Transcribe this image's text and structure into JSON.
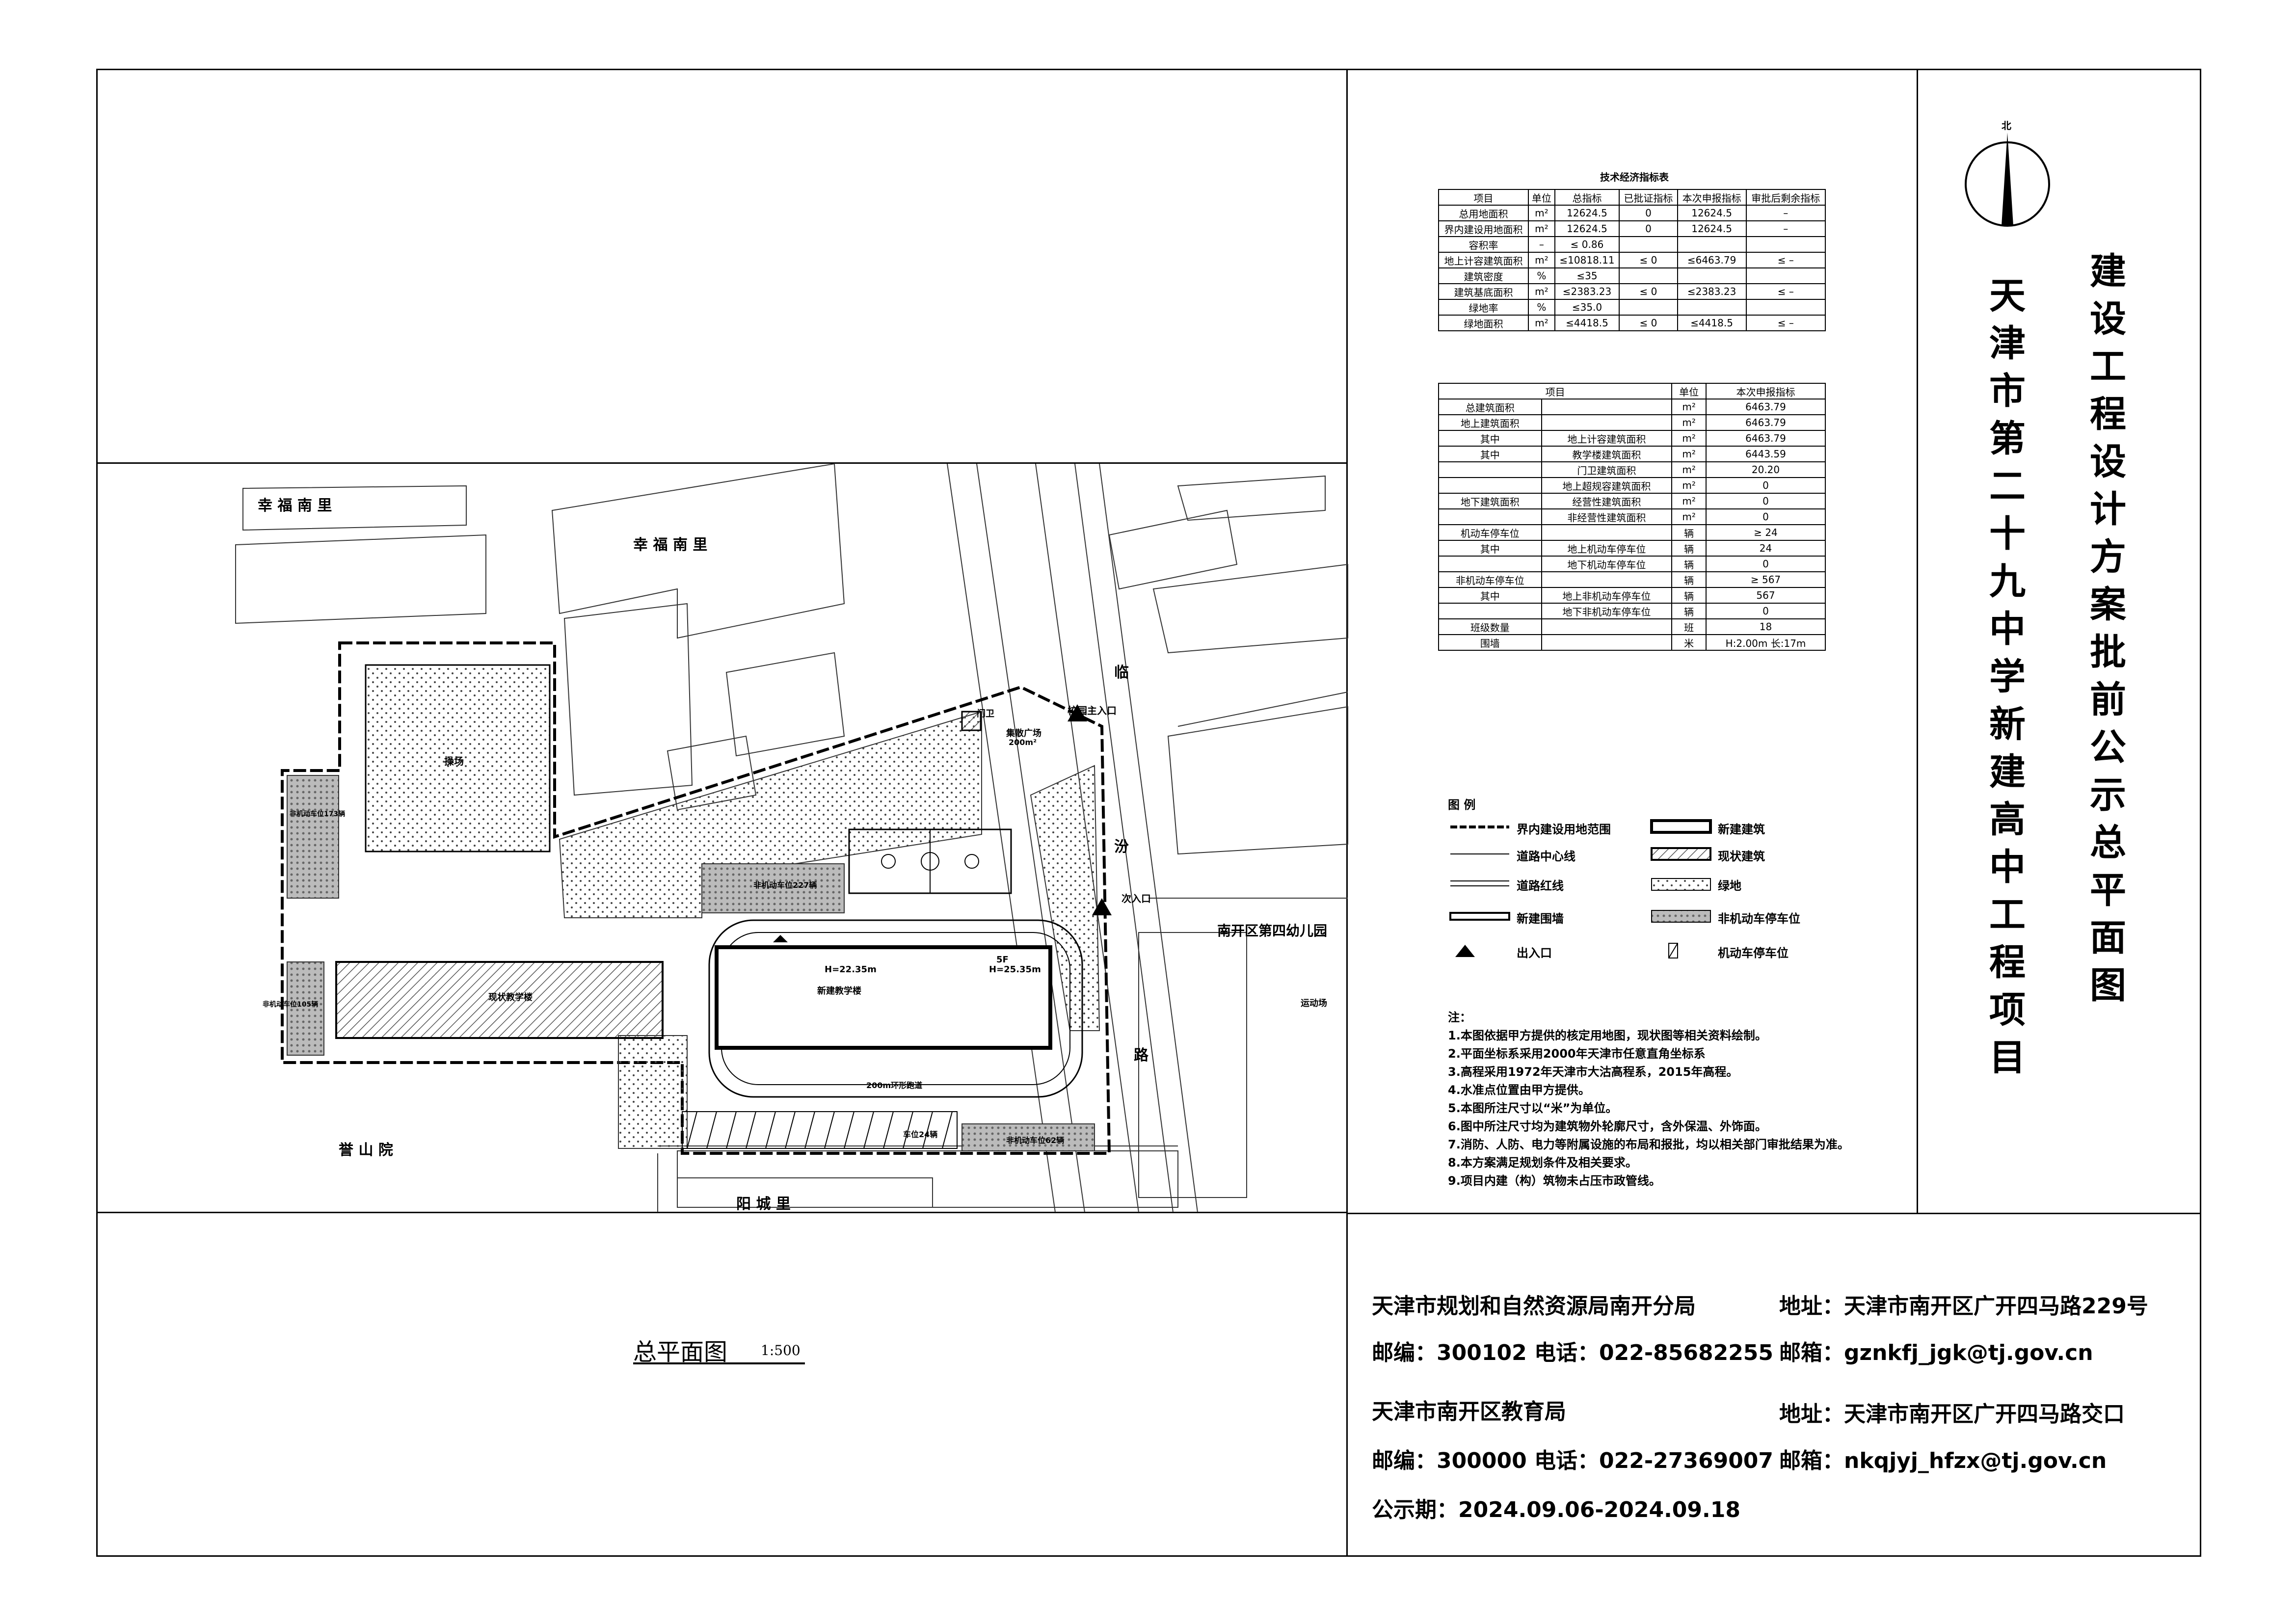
{
  "title": {
    "col1": [
      "天",
      "津",
      "市",
      "第",
      "二",
      "十",
      "九",
      "中",
      "学",
      "新",
      "建",
      "高",
      "中",
      "工",
      "程",
      "项",
      "目"
    ],
    "col2": [
      "建",
      "设",
      "工",
      "程",
      "设",
      "计",
      "方",
      "案",
      "批",
      "前",
      "公",
      "示",
      "总",
      "平",
      "面",
      "图"
    ]
  },
  "north": "北",
  "drawing_title": "总平面图",
  "scale": "1:500",
  "tech_table": {
    "caption": "技术经济指标表",
    "headers": [
      "项目",
      "单位",
      "总指标",
      "已批证指标",
      "本次申报指标",
      "审批后剩余指标"
    ],
    "rows": [
      [
        "总用地面积",
        "m²",
        "12624.5",
        "0",
        "12624.5",
        "–"
      ],
      [
        "界内建设用地面积",
        "m²",
        "12624.5",
        "0",
        "12624.5",
        "–"
      ],
      [
        "容积率",
        "–",
        "≤ 0.86",
        "",
        "",
        ""
      ],
      [
        "地上计容建筑面积",
        "m²",
        "≤10818.11",
        "≤ 0",
        "≤6463.79",
        "≤ –"
      ],
      [
        "建筑密度",
        "%",
        "≤35",
        "",
        "",
        ""
      ],
      [
        "建筑基底面积",
        "m²",
        "≤2383.23",
        "≤ 0",
        "≤2383.23",
        "≤ –"
      ],
      [
        "绿地率",
        "%",
        "≤35.0",
        "",
        "",
        ""
      ],
      [
        "绿地面积",
        "m²",
        "≤4418.5",
        "≤ 0",
        "≤4418.5",
        "≤ –"
      ]
    ],
    "headers2": [
      "项目",
      "单位",
      "本次申报指标"
    ],
    "rows2": [
      [
        "总建筑面积",
        "",
        "m²",
        "6463.79"
      ],
      [
        "地上建筑面积",
        "",
        "m²",
        "6463.79"
      ],
      [
        "其中",
        "地上计容建筑面积",
        "m²",
        "6463.79"
      ],
      [
        "其中",
        "教学楼建筑面积",
        "m²",
        "6443.59"
      ],
      [
        "",
        "门卫建筑面积",
        "m²",
        "20.20"
      ],
      [
        "",
        "地上超规容建筑面积",
        "m²",
        "0"
      ],
      [
        "地下建筑面积",
        "经营性建筑面积",
        "m²",
        "0"
      ],
      [
        "",
        "非经营性建筑面积",
        "m²",
        "0"
      ],
      [
        "机动车停车位",
        "",
        "辆",
        "≥ 24"
      ],
      [
        "其中",
        "地上机动车停车位",
        "辆",
        "24"
      ],
      [
        "",
        "地下机动车停车位",
        "辆",
        "0"
      ],
      [
        "非机动车停车位",
        "",
        "辆",
        "≥ 567"
      ],
      [
        "其中",
        "地上非机动车停车位",
        "辆",
        "567"
      ],
      [
        "",
        "地下非机动车停车位",
        "辆",
        "0"
      ],
      [
        "班级数量",
        "",
        "班",
        "18"
      ],
      [
        "围墙",
        "",
        "米",
        "H:2.00m  长:17m"
      ]
    ]
  },
  "legend": {
    "title": "图 例",
    "items": [
      "界内建设用地范围",
      "新建建筑",
      "道路中心线",
      "现状建筑",
      "道路红线",
      "绿地",
      "新建围墙",
      "非机动车停车位",
      "出入口",
      "机动车停车位"
    ]
  },
  "notes": {
    "title": "注：",
    "items": [
      "1.本图依据甲方提供的核定用地图，现状图等相关资料绘制。",
      "2.平面坐标系采用2000年天津市任意直角坐标系",
      "3.高程采用1972年天津市大沽高程系，2015年高程。",
      "4.水准点位置由甲方提供。",
      "5.本图所注尺寸以“米”为单位。",
      "6.图中所注尺寸均为建筑物外轮廓尺寸，含外保温、外饰面。",
      "7.消防、人防、电力等附属设施的布局和报批，均以相关部门审批结果为准。",
      "8.本方案满足规划条件及相关要求。",
      "9.项目内建（构）筑物未占压市政管线。"
    ]
  },
  "contact": {
    "org1": "天津市规划和自然资源局南开分局",
    "org1_addr": "地址：天津市南开区广开四马路229号",
    "org1_postal": "邮编：300102  电话：022-85682255",
    "org1_email": "邮箱：gznkfj_jgk@tj.gov.cn",
    "org2": "天津市南开区教育局",
    "org2_addr": "地址：天津市南开区广开四马路交口",
    "org2_postal": "邮编：300000  电话：022-27369007",
    "org2_email": "邮箱：nkqjyj_hfzx@tj.gov.cn",
    "period": "公示期：2024.09.06-2024.09.18"
  },
  "map_labels": {
    "xingfu1": "幸 福 南 里",
    "xingfu2": "幸 福 南 里",
    "yushan": "誉 山 院",
    "yangcheng": "阳   城   里",
    "kindergarten": "南开区第四幼儿园",
    "road1": "临",
    "road2": "汾",
    "road3": "路",
    "campus_entry": "校园主入口",
    "secondary_entry": "次入口",
    "gate": "门卫",
    "plaza": "集散广场",
    "plaza_area": "200m²",
    "playground": "操场",
    "new_building": "新建教学楼",
    "existing_building": "现状教学楼",
    "h1": "H=22.35m",
    "h2": "H=25.35m",
    "floors": "5F",
    "track": "200m环形跑道",
    "bike1": "非机动车位227辆",
    "bike2": "非机动车位173辆",
    "bike3": "非机动车位105辆",
    "bike4": "非机动车位62辆",
    "car": "车位24辆",
    "sports": "运动场"
  }
}
